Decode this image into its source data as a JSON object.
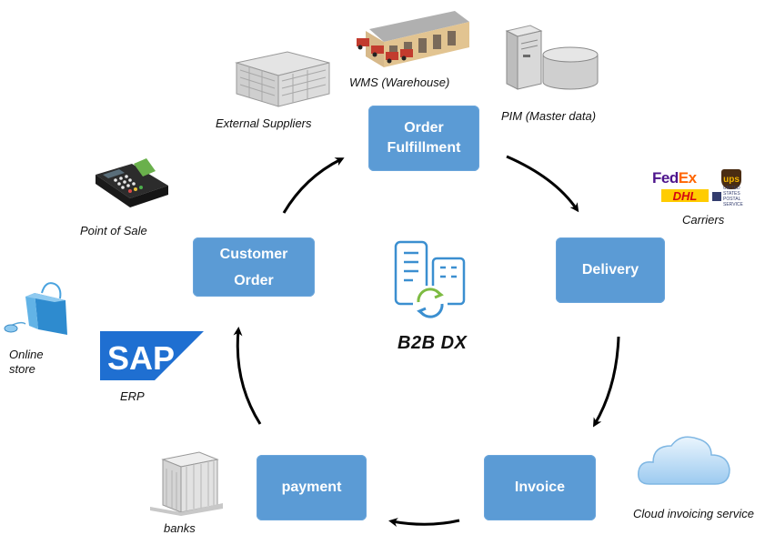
{
  "center": {
    "title": "B2B DX",
    "icon": "building-sync-icon"
  },
  "steps": {
    "order_fulfillment": [
      "Order",
      "Fulfillment"
    ],
    "delivery": "Delivery",
    "invoice": "Invoice",
    "payment": "payment",
    "customer_order": [
      "Customer",
      "Order"
    ]
  },
  "nodes": {
    "wms": "WMS (Warehouse)",
    "pim": "PIM (Master data)",
    "external_suppliers": "External Suppliers",
    "carriers": "Carriers",
    "point_of_sale": "Point of Sale",
    "online_store": [
      "Online",
      "store"
    ],
    "erp": "ERP",
    "banks": "banks",
    "cloud_invoicing": "Cloud invoicing service"
  },
  "logos": {
    "sap": "SAP",
    "fedex_fed": "Fed",
    "fedex_ex": "Ex",
    "ups": "ups",
    "dhl": "DHL",
    "usps": "UNITED STATES POSTAL SERVICE"
  },
  "colors": {
    "box": "#5b9bd5",
    "icon_blue": "#3b8fd0",
    "icon_green": "#7dbb42",
    "sap_blue": "#1f6fd1"
  }
}
